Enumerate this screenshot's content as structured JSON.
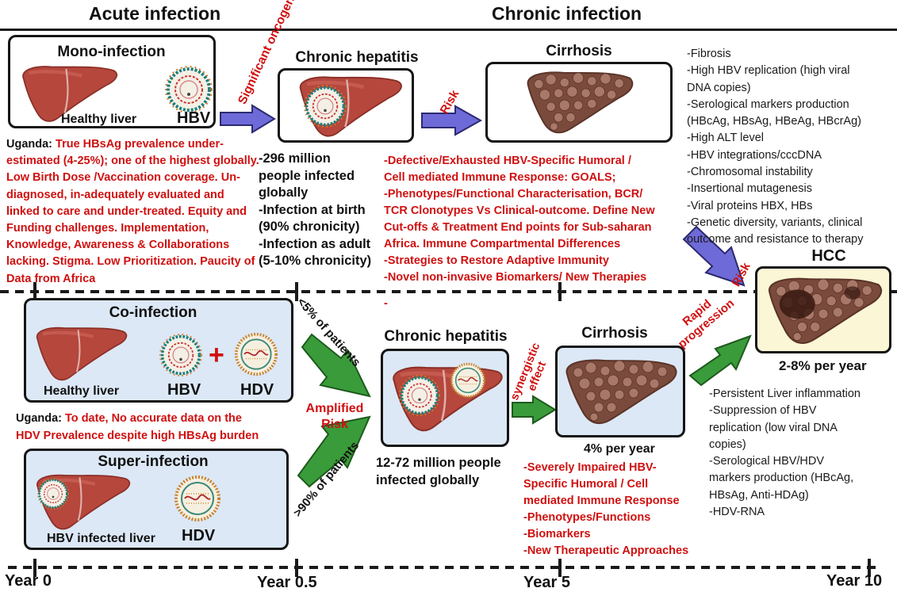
{
  "headers": {
    "acute": "Acute infection",
    "chronic": "Chronic infection"
  },
  "mono": {
    "title": "Mono-infection",
    "liver_label": "Healthy liver",
    "virus_label": "HBV"
  },
  "mono_arrow_note": "Significant oncogenic power",
  "chronic_top": {
    "title": "Chronic hepatitis"
  },
  "cirrhosis_top": {
    "title": "Cirrhosis"
  },
  "risk_labels": {
    "cirrhosis": "Risk",
    "hcc": "Risk"
  },
  "uganda_hbv": {
    "prefix": "Uganda: ",
    "text": "True HBsAg prevalence under-estimated (4-25%); one of the highest globally. Low Birth Dose /Vaccination coverage. Un-diagnosed,  in-adequately evaluated and  linked to care and under-treated. Equity and Funding challenges. Implementation, Knowledge, Awareness & Collaborations  lacking. Stigma.  Low Prioritization. Paucity of Data from Africa"
  },
  "hbv_stats": [
    "-296 million",
    "people infected",
    "globally",
    "-Infection at birth",
    "(90% chronicity)",
    "-Infection as adult",
    "(5-10% chronicity)"
  ],
  "hbv_goals": [
    "-Defective/Exhausted  HBV-Specific Humoral /",
    "Cell mediated Immune Response: GOALS;",
    "-Phenotypes/Functional Characterisation, BCR/",
    "TCR Clonotypes Vs Clinical-outcome. Define New",
    "Cut-offs & Treatment End points for Sub-saharan",
    "Africa. Immune Compartmental Differences",
    "-Strategies to Restore Adaptive  Immunity",
    "-Novel non-invasive Biomarkers/ New Therapies",
    "-"
  ],
  "hbv_features": [
    "-Fibrosis",
    "-High HBV replication (high viral",
    "DNA copies)",
    "-Serological markers production",
    "(HBcAg, HBsAg, HBeAg, HBcrAg)",
    "-High ALT level",
    "-HBV integrations/cccDNA",
    "-Chromosomal instability",
    "-Insertional mutagenesis",
    "-Viral proteins HBX, HBs",
    "-Genetic diversity, variants, clinical",
    "outcome and resistance to therapy"
  ],
  "hcc": {
    "title": "HCC",
    "rate": "2-8% per year"
  },
  "coinfection": {
    "title": "Co-infection",
    "liver_label": "Healthy liver",
    "virus1": "HBV",
    "virus2": "HDV"
  },
  "uganda_hdv": {
    "prefix": "Uganda: ",
    "line1": "To date, No accurate data on the",
    "line2": "HDV Prevalence despite high HBsAg burden"
  },
  "superinfection": {
    "title": "Super-infection",
    "liver_label": "HBV infected liver",
    "virus": "HDV"
  },
  "progression_labels": {
    "coinf": "<5% of patients",
    "superinf": ">90% of patients",
    "amplified": [
      "Amplified",
      "Risk"
    ]
  },
  "chronic_bottom": {
    "title": "Chronic hepatitis",
    "stats": [
      "12-72 million people",
      "infected globally"
    ]
  },
  "synergistic": [
    "synergistic",
    "effect"
  ],
  "cirrhosis_bottom": {
    "title": "Cirrhosis",
    "rate": "4% per year"
  },
  "rapid": [
    "Rapid",
    "progression"
  ],
  "hdv_goals": [
    "-Severely Impaired HBV-",
    "Specific Humoral / Cell",
    "mediated Immune Response",
    "-Phenotypes/Functions",
    "-Biomarkers",
    "-New Therapeutic Approaches"
  ],
  "hdv_features": [
    "-Persistent Liver inflammation",
    "-Suppression of HBV",
    "replication (low viral DNA",
    "copies)",
    "-Serological HBV/HDV",
    "markers production (HBcAg,",
    "HBsAg, Anti-HDAg)",
    "-HDV-RNA"
  ],
  "timeline": [
    "Year 0",
    "Year 0.5",
    "Year 5",
    "Year 10"
  ],
  "colors": {
    "red_text": "#d01010",
    "arrow_blue": "#6e6ad8",
    "arrow_green": "#3a9b3a",
    "box_bg_blue": "#dce8f6",
    "hcc_bg": "#fbf6d6",
    "liver": "#b5473d",
    "cirrhosis": "#7a4b3c"
  }
}
